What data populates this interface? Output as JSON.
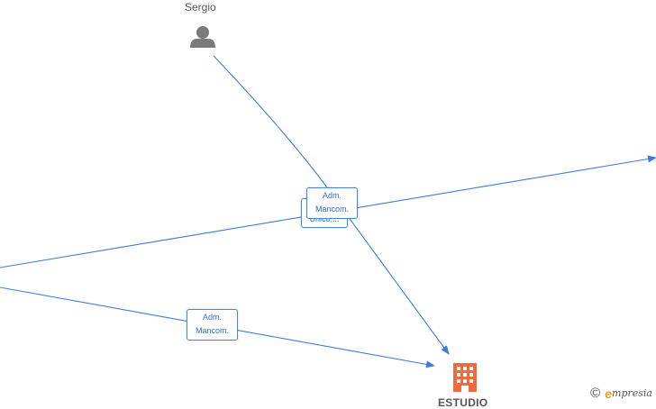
{
  "nodes": {
    "person": {
      "name": "Sergio"
    },
    "company": {
      "name": "ESTUDIO"
    }
  },
  "edges": [
    {
      "label_line1": "Adm.",
      "label_line2": "Mancom."
    },
    {
      "label_line1": "Único,..."
    },
    {
      "label_line1": "Adm.",
      "label_line2": "Mancom."
    }
  ],
  "watermark": {
    "copyright": "©",
    "brand_initial": "e",
    "brand_rest": "mpresia"
  },
  "colors": {
    "edge": "#3b7dd8",
    "company_icon": "#f26a3c",
    "person_icon": "#7a7a7a"
  }
}
